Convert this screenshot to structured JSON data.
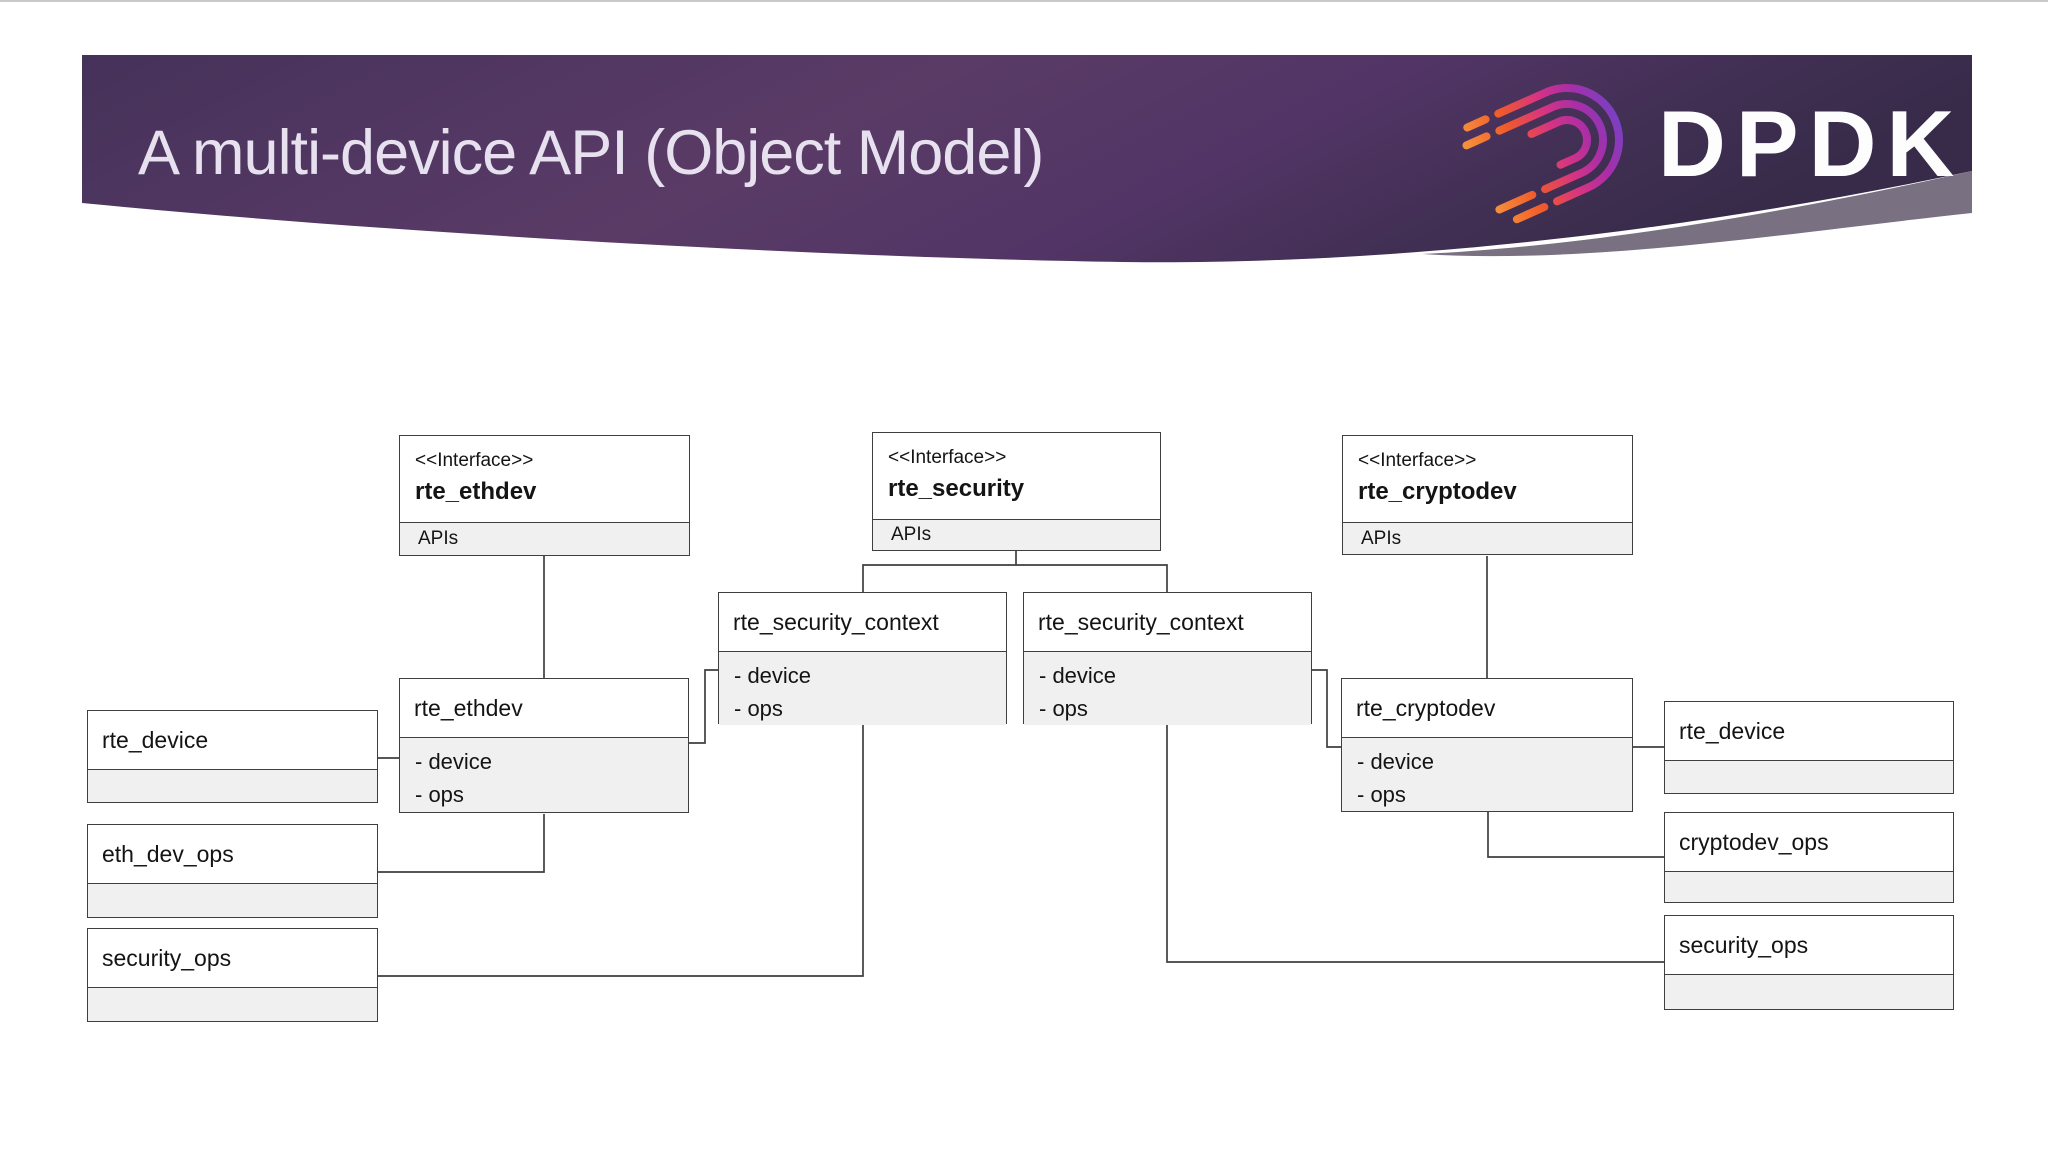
{
  "header": {
    "title": "A multi-device API (Object Model)",
    "logo_text": "DPDK"
  },
  "diagram": {
    "stereotype_label": "<<Interface>>",
    "interfaces": [
      {
        "name": "rte_ethdev",
        "section_label": "APIs"
      },
      {
        "name": "rte_security",
        "section_label": "APIs"
      },
      {
        "name": "rte_cryptodev",
        "section_label": "APIs"
      }
    ],
    "classes": [
      {
        "name": "rte_security_context",
        "attributes": [
          "- device",
          "- ops"
        ]
      },
      {
        "name": "rte_security_context",
        "attributes": [
          "- device",
          "- ops"
        ]
      },
      {
        "name": "rte_ethdev",
        "attributes": [
          "- device",
          "- ops"
        ]
      },
      {
        "name": "rte_cryptodev",
        "attributes": [
          "- device",
          "- ops"
        ]
      }
    ],
    "plain_boxes": [
      {
        "name": "rte_device"
      },
      {
        "name": "eth_dev_ops"
      },
      {
        "name": "security_ops"
      },
      {
        "name": "rte_device"
      },
      {
        "name": "cryptodev_ops"
      },
      {
        "name": "security_ops"
      }
    ]
  },
  "colors": {
    "banner_dark": "#372b49",
    "banner_purple": "#5a3b66",
    "swoosh_gray": "#6e6577",
    "title_text": "#e6e0ef",
    "logo_orange": "#f58233",
    "logo_magenta": "#d63384",
    "logo_purple": "#7d3fc1",
    "box_border": "#3f3f3f",
    "box_body_fill": "#f1f0f1"
  }
}
